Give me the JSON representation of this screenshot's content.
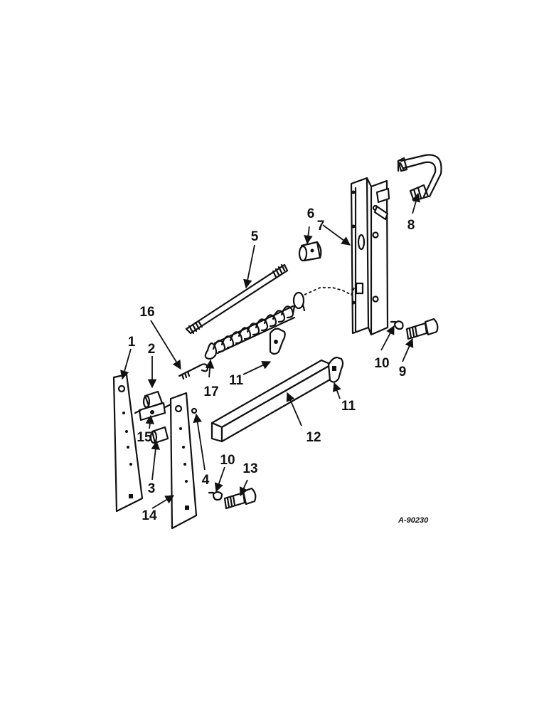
{
  "figure_ref": "A-90230",
  "callouts": {
    "c1": "1",
    "c2": "2",
    "c3": "3",
    "c4": "4",
    "c5": "5",
    "c6": "6",
    "c7": "7",
    "c8": "8",
    "c9": "9",
    "c10a": "10",
    "c10b": "10",
    "c11a": "11",
    "c11b": "11",
    "c12": "12",
    "c13": "13",
    "c14": "14",
    "c15": "15",
    "c16": "16",
    "c17": "17"
  }
}
